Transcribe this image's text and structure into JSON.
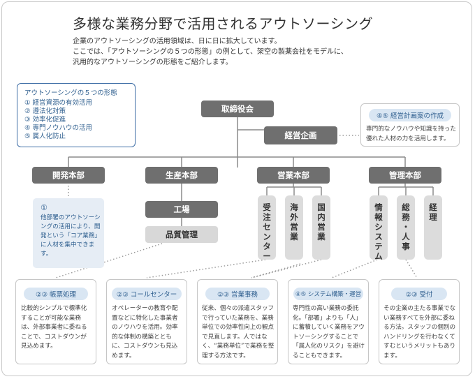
{
  "title": "多様な業務分野で活用されるアウトソーシング",
  "intro": [
    "企業のアウトソーシングの活用領域は、日に日に拡大しています。",
    "ここでは、「アウトソーシングの５つの形態」の例として、架空の製薬会社をモデルに、",
    "汎用的なアウトソーシングの形態をご紹介します。"
  ],
  "legend": {
    "title": "アウトソーシングの５つの形態",
    "items": [
      "① 経営資源の有効活用",
      "② 遵法化対策",
      "③ 効率化促進",
      "④ 専門ノウハウの活用",
      "⑤ 属人化防止"
    ]
  },
  "org": {
    "board": "取締役会",
    "planning": "経営企画",
    "divisions": [
      "開発本部",
      "生産本部",
      "営業本部",
      "管理本部"
    ],
    "production_units": [
      "工場",
      "品質管理"
    ],
    "sales_units": [
      "受\n注\nセ\nン\nタ\nー",
      "海\n外\n営\n業",
      "国\n内\n営\n業"
    ],
    "admin_units": [
      "情\n報\nシ\nス\nテ\nム",
      "総\n務\n・\n人\n事",
      "経\n理"
    ]
  },
  "planning_callout": {
    "badge": "④⑤ 経営計画案の作成",
    "text": [
      "専門的なノウハウや知識を持った",
      "優れた人材の力を活用します。"
    ]
  },
  "dev_note": {
    "num": "①",
    "text": "他部署のアウトソーシングの活用により、開発という「コア業務」に人材を集中できます。"
  },
  "callouts": [
    {
      "badge": "②③ 帳票処理",
      "text": "比較的シンプルで標準化することが可能な業務は、外部事業者に委ねることで、コストダウンが見込めます。"
    },
    {
      "badge": "②③ コールセンター",
      "text": "オペレーターの教育や配置などに特化した事業者のノウハウを活用。効率的な体制の構築とともに、コストダウンも見込めます。"
    },
    {
      "badge": "②③ 営業事務",
      "text": "従来、個々の派遣スタッフで行っていた業務を、業務単位での効率性向上の観点で見直します。人ではなく、“業務単位”で業務を整理する方法です。"
    },
    {
      "badge": "④⑤ システム構築・運営",
      "text": "専門性の高い業務の委託化。「部署」よりも「人」に蓄積していく業務をアウトソーシングすることで「属人化のリスク」を避けることもできます。"
    },
    {
      "badge": "②③ 受付",
      "text": "その企業の主たる事業でない業務すべてを外部に委ねる方法。スタッフの個別のハンドリングを行わなくてすむというメリットもあります。"
    }
  ],
  "colors": {
    "box": "#6f6f6f",
    "light": "#d8d8d8",
    "accent": "#2f5f8f",
    "badge": "#d9e6f3"
  }
}
